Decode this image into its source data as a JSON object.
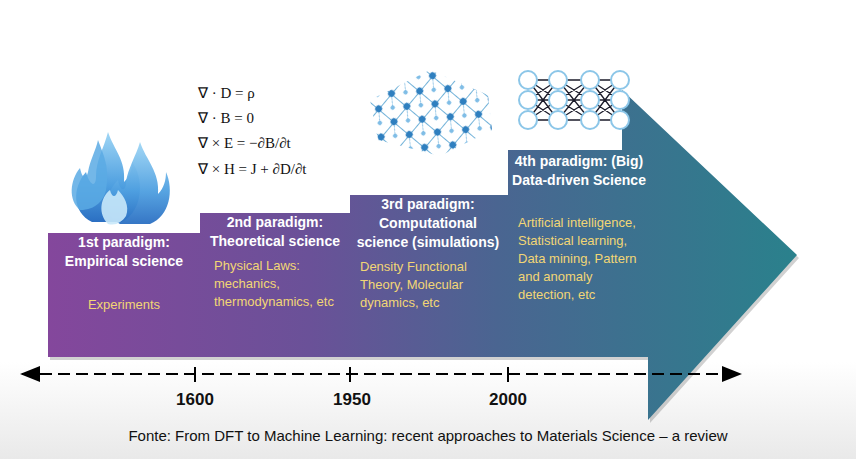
{
  "diagram": {
    "caption": "Fonte: From DFT to Machine Learning: recent approaches to Materials Science – a review",
    "nodes": [
      {
        "text": [
          "1st paradigm: Empirical science",
          "Experiments"
        ]
      },
      {
        "text": [
          "2nd paradigm: Theoretical science",
          "Physical Laws: mechanics, thermodynamics, etc"
        ]
      },
      {
        "text": [
          "3rd paradigm: Computational science (simulations)",
          "Density Functional Theory, Molecular dynamics, etc"
        ]
      },
      {
        "text": [
          "4th paradigm: (Big) Data-driven Science",
          "Artificial intelligence, Statistical learning, Data mining, Pattern and anomaly detection, etc"
        ]
      }
    ],
    "labels": [
      "∇ · D = ρ",
      "∇ · B = 0",
      "∇ × E = −∂B/∂t",
      "∇ × H = J + ∂D/∂t",
      "1600",
      "1950",
      "2000"
    ]
  }
}
